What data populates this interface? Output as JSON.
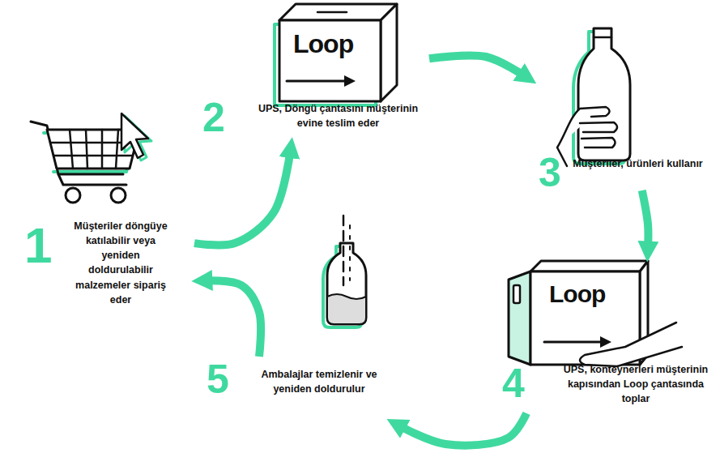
{
  "diagram": {
    "nodes": [
      {
        "text": [
          "1",
          "Müşteriler döngüye katılabilir veya yeniden doldurulabilir malzemeler sipariş eder"
        ]
      },
      {
        "text": [
          "2",
          "UPS, Döngü çantasını müşterinin evine teslim eder"
        ]
      },
      {
        "text": [
          "3",
          "Müşteriler, ürünleri kullanır"
        ]
      },
      {
        "text": [
          "4",
          "UPS, konteynerleri müşterinin kapısından Loop çantasında toplar"
        ]
      },
      {
        "text": [
          "5",
          "Ambalajlar temizlenir ve yeniden doldurulur"
        ]
      }
    ],
    "edges": [
      {
        "from": 0,
        "to": 1,
        "arrow": "to"
      },
      {
        "from": 1,
        "to": 2,
        "arrow": "to"
      },
      {
        "from": 2,
        "to": 3,
        "arrow": "to"
      },
      {
        "from": 3,
        "to": 4,
        "arrow": "to"
      },
      {
        "from": 4,
        "to": 0,
        "arrow": "to"
      }
    ],
    "labels": [
      "Loop",
      "Loop"
    ]
  }
}
